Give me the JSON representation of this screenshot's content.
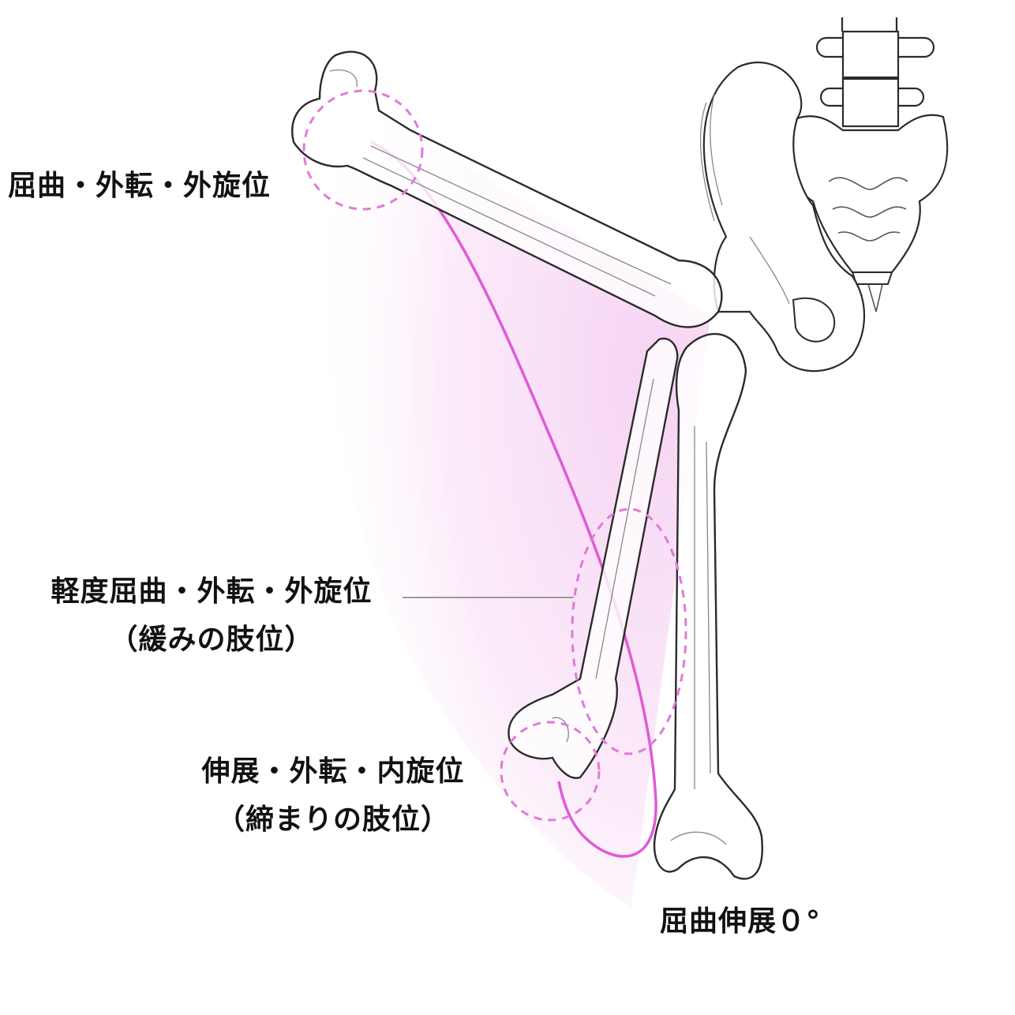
{
  "diagram": {
    "title": "Hip joint positions: femur flexion / extension with abduction and rotation",
    "colors": {
      "bone_outline": "#2b2b2b",
      "bone_detail": "#8a8a8a",
      "arc": "#e05ad8",
      "dashed_circle": "#e07ad8",
      "range_fill": "#f9d8f6",
      "connector": "#9a9a9a",
      "text": "#111111"
    },
    "labels": {
      "flexed": {
        "line1": "屈曲・外転・外旋位"
      },
      "loose_pack": {
        "line1": "軽度屈曲・外転・外旋位",
        "line2": "（緩みの肢位）"
      },
      "close_pack": {
        "line1": "伸展・外転・内旋位",
        "line2": "（締まりの肢位）"
      },
      "neutral": {
        "line1": "屈曲伸展０°"
      }
    },
    "structures": [
      "lumbar-vertebrae",
      "sacrum",
      "pelvis-ilium",
      "femur-flexed",
      "femur-mid",
      "femur-neutral",
      "motion-arc",
      "dashed-region-flexed",
      "dashed-region-mid",
      "dashed-region-extended"
    ]
  }
}
